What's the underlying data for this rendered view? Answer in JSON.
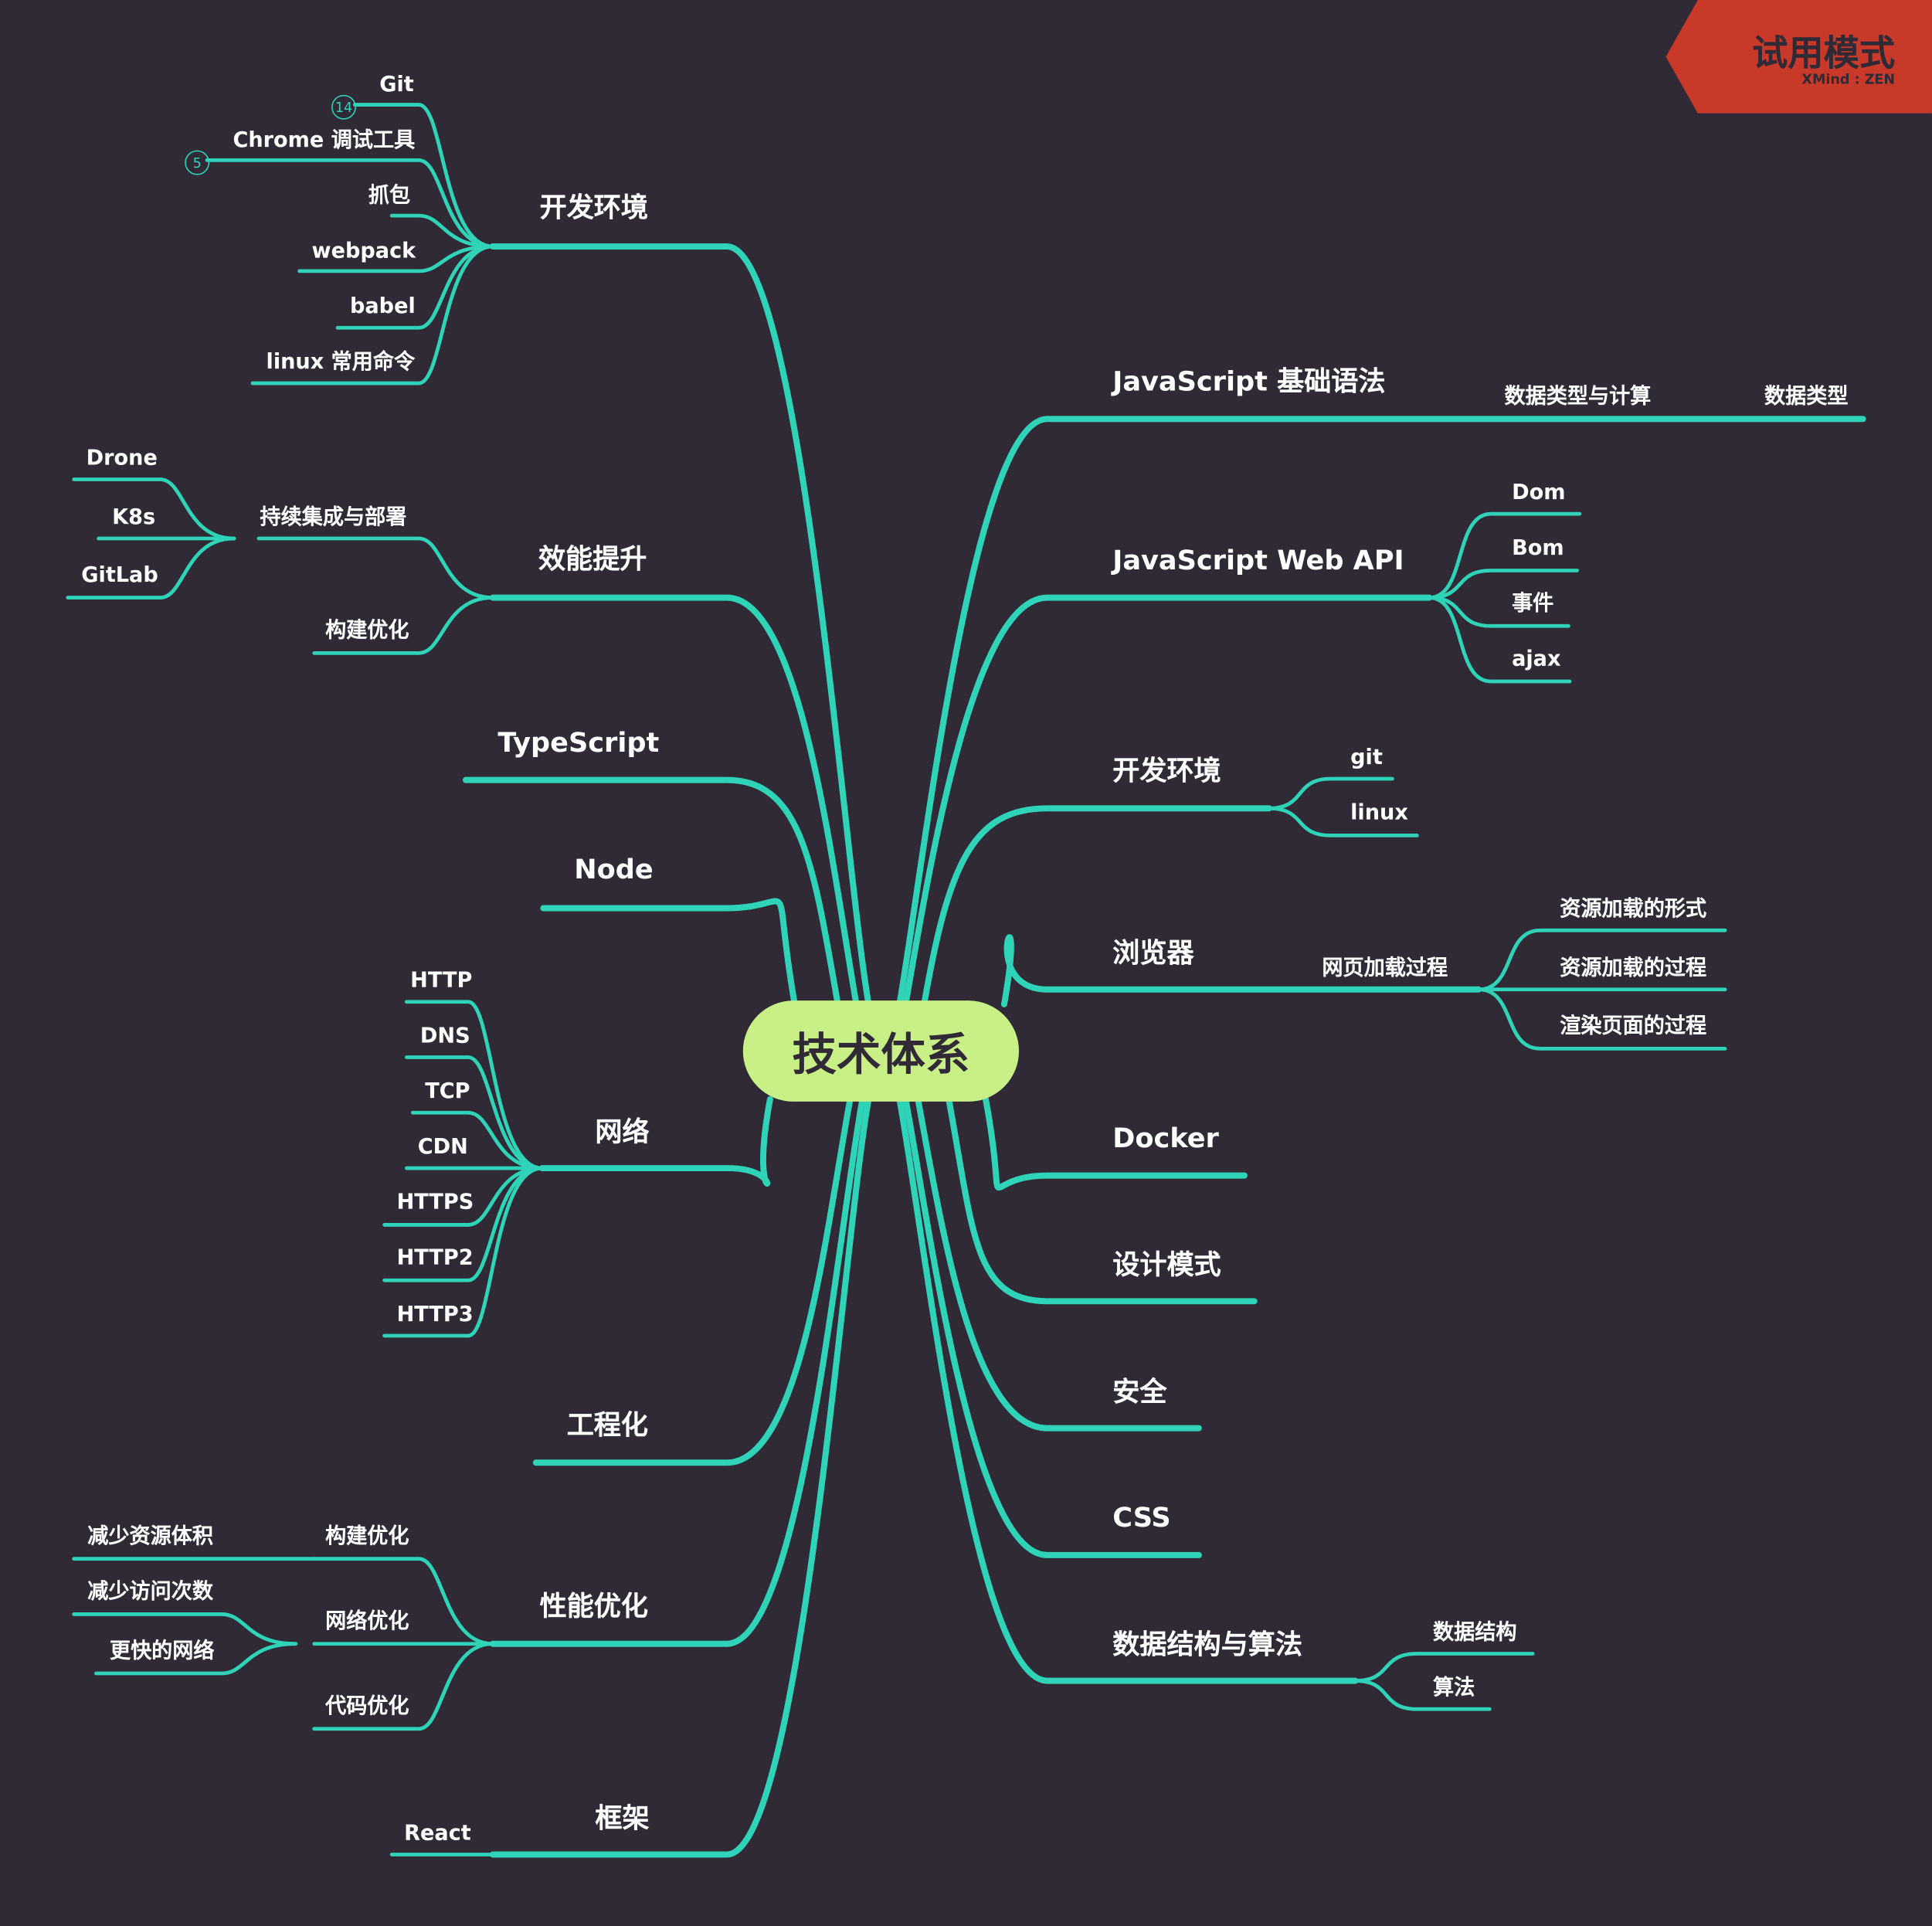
{
  "root": {
    "label": "技术体系"
  },
  "trial": {
    "title": "试用模式",
    "brand": "XMind : ZEN"
  },
  "left": {
    "dev_env": {
      "label": "开发环境",
      "children": [
        "Git",
        "Chrome 调试工具",
        "抓包",
        "webpack",
        "babel",
        "linux 常用命令"
      ],
      "badges": [
        "14",
        "5"
      ]
    },
    "efficiency": {
      "label": "效能提升",
      "ci": "持续集成与部署",
      "ci_children": [
        "Drone",
        "K8s",
        "GitLab"
      ],
      "build": "构建优化"
    },
    "typescript": {
      "label": "TypeScript"
    },
    "node": {
      "label": "Node"
    },
    "network": {
      "label": "网络",
      "children": [
        "HTTP",
        "DNS",
        "TCP",
        "CDN",
        "HTTPS",
        "HTTP2",
        "HTTP3"
      ]
    },
    "engineering": {
      "label": "工程化"
    },
    "performance": {
      "label": "性能优化",
      "build": "构建优化",
      "build_child": "减少资源体积",
      "net": "网络优化",
      "net_children": [
        "减少访问次数",
        "更快的网络"
      ],
      "code": "代码优化"
    },
    "framework": {
      "label": "框架",
      "child": "React"
    }
  },
  "right": {
    "js_basic": {
      "label": "JavaScript 基础语法",
      "child": "数据类型与计算",
      "grandchild": "数据类型"
    },
    "web_api": {
      "label": "JavaScript Web API",
      "children": [
        "Dom",
        "Bom",
        "事件",
        "ajax"
      ]
    },
    "dev_env": {
      "label": "开发环境",
      "children": [
        "git",
        "linux"
      ]
    },
    "browser": {
      "label": "浏览器",
      "child": "网页加载过程",
      "grandchildren": [
        "资源加载的形式",
        "资源加载的过程",
        "渲染页面的过程"
      ]
    },
    "docker": {
      "label": "Docker"
    },
    "design": {
      "label": "设计模式"
    },
    "security": {
      "label": "安全"
    },
    "css": {
      "label": "CSS"
    },
    "dsa": {
      "label": "数据结构与算法",
      "children": [
        "数据结构",
        "算法"
      ]
    }
  },
  "colors": {
    "background": "#2f2a35",
    "line": "#2fd3b8",
    "root_fill": "#c9ef87",
    "trial_badge": "#c9392a"
  }
}
